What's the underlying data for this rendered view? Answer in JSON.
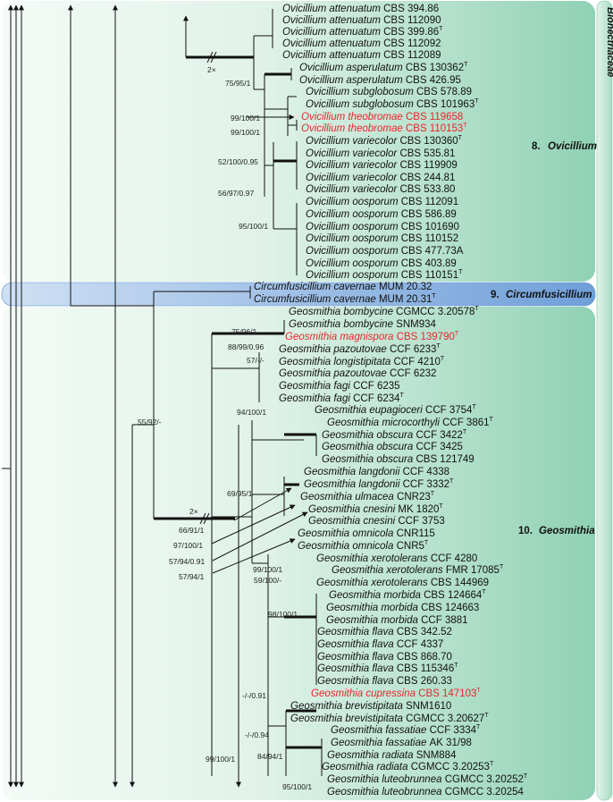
{
  "family": "Bionectriaceae",
  "clades": {
    "ovicillium": {
      "number": "8.",
      "genus": "Ovicillium"
    },
    "circumfusicillium": {
      "number": "9.",
      "genus": "Circumfusicillium"
    },
    "geosmithia": {
      "number": "10.",
      "genus": "Geosmithia"
    }
  },
  "colors": {
    "highlight": "#e8262b",
    "band_ovicillium": "#8fd1b4",
    "band_circum": "#6f9fd8",
    "band_geosmithia": "#8fd1b4"
  },
  "taxa": [
    {
      "genus": "Ovicillium",
      "epithet": "attenuatum",
      "strain": "CBS 394.86",
      "type": false,
      "red": false
    },
    {
      "genus": "Ovicillium",
      "epithet": "attenuatum",
      "strain": "CBS 112090",
      "type": false,
      "red": false
    },
    {
      "genus": "Ovicillium",
      "epithet": "attenuatum",
      "strain": "CBS 399.86",
      "type": true,
      "red": false
    },
    {
      "genus": "Ovicillium",
      "epithet": "attenuatum",
      "strain": "CBS 112092",
      "type": false,
      "red": false
    },
    {
      "genus": "Ovicillium",
      "epithet": "attenuatum",
      "strain": "CBS 112089",
      "type": false,
      "red": false
    },
    {
      "genus": "Ovicillium",
      "epithet": "asperulatum",
      "strain": "CBS 130362",
      "type": true,
      "red": false
    },
    {
      "genus": "Ovicillium",
      "epithet": "asperulatum",
      "strain": "CBS 426.95",
      "type": false,
      "red": false
    },
    {
      "genus": "Ovicillium",
      "epithet": "subglobosum",
      "strain": "CBS 578.89",
      "type": false,
      "red": false
    },
    {
      "genus": "Ovicillium",
      "epithet": "subglobosum",
      "strain": "CBS 101963",
      "type": true,
      "red": false
    },
    {
      "genus": "Ovicillium",
      "epithet": "theobromae",
      "strain": "CBS 119658",
      "type": false,
      "red": true
    },
    {
      "genus": "Ovicillium",
      "epithet": "theobromae",
      "strain": "CBS 110153",
      "type": true,
      "red": true
    },
    {
      "genus": "Ovicillium",
      "epithet": "variecolor",
      "strain": "CBS 130360",
      "type": true,
      "red": false
    },
    {
      "genus": "Ovicillium",
      "epithet": "variecolor",
      "strain": "CBS 535.81",
      "type": false,
      "red": false
    },
    {
      "genus": "Ovicillium",
      "epithet": "variecolor",
      "strain": "CBS 119909",
      "type": false,
      "red": false
    },
    {
      "genus": "Ovicillium",
      "epithet": "variecolor",
      "strain": "CBS 244.81",
      "type": false,
      "red": false
    },
    {
      "genus": "Ovicillium",
      "epithet": "variecolor",
      "strain": "CBS 533.80",
      "type": false,
      "red": false
    },
    {
      "genus": "Ovicillium",
      "epithet": "oosporum",
      "strain": "CBS 112091",
      "type": false,
      "red": false
    },
    {
      "genus": "Ovicillium",
      "epithet": "oosporum",
      "strain": "CBS 586.89",
      "type": false,
      "red": false
    },
    {
      "genus": "Ovicillium",
      "epithet": "oosporum",
      "strain": "CBS 101690",
      "type": false,
      "red": false
    },
    {
      "genus": "Ovicillium",
      "epithet": "oosporum",
      "strain": "CBS 110152",
      "type": false,
      "red": false
    },
    {
      "genus": "Ovicillium",
      "epithet": "oosporum",
      "strain": "CBS 477.73A",
      "type": false,
      "red": false
    },
    {
      "genus": "Ovicillium",
      "epithet": "oosporum",
      "strain": "CBS 403.89",
      "type": false,
      "red": false
    },
    {
      "genus": "Ovicillium",
      "epithet": "oosporum",
      "strain": "CBS 110151",
      "type": true,
      "red": false
    },
    {
      "genus": "Circumfusicillium",
      "epithet": "cavernae",
      "strain": "MUM 20.32",
      "type": false,
      "red": false
    },
    {
      "genus": "Circumfusicillium",
      "epithet": "cavernae",
      "strain": "MUM 20.31",
      "type": true,
      "red": false
    },
    {
      "genus": "Geosmithia",
      "epithet": "bombycine",
      "strain": "CGMCC 3.20578",
      "type": true,
      "red": false
    },
    {
      "genus": "Geosmithia",
      "epithet": "bombycine",
      "strain": "SNM934",
      "type": false,
      "red": false
    },
    {
      "genus": "Geosmithia",
      "epithet": "magnispora",
      "strain": "CBS 139790",
      "type": true,
      "red": true
    },
    {
      "genus": "Geosmithia",
      "epithet": "pazoutovae",
      "strain": "CCF 6233",
      "type": true,
      "red": false
    },
    {
      "genus": "Geosmithia",
      "epithet": "longistipitata",
      "strain": "CCF 4210",
      "type": true,
      "red": false
    },
    {
      "genus": "Geosmithia",
      "epithet": "pazoutovae",
      "strain": "CCF 6232",
      "type": false,
      "red": false
    },
    {
      "genus": "Geosmithia",
      "epithet": "fagi",
      "strain": "CCF 6235",
      "type": false,
      "red": false
    },
    {
      "genus": "Geosmithia",
      "epithet": "fagi",
      "strain": "CCF 6234",
      "type": true,
      "red": false
    },
    {
      "genus": "Geosmithia",
      "epithet": "eupagioceri",
      "strain": "CCF 3754",
      "type": true,
      "red": false
    },
    {
      "genus": "Geosmithia",
      "epithet": "microcorthyli",
      "strain": "CCF 3861",
      "type": true,
      "red": false
    },
    {
      "genus": "Geosmithia",
      "epithet": "obscura",
      "strain": "CCF 3422",
      "type": true,
      "red": false
    },
    {
      "genus": "Geosmithia",
      "epithet": "obscura",
      "strain": "CCF 3425",
      "type": false,
      "red": false
    },
    {
      "genus": "Geosmithia",
      "epithet": "obscura",
      "strain": "CBS 121749",
      "type": false,
      "red": false
    },
    {
      "genus": "Geosmithia",
      "epithet": "langdonii",
      "strain": "CCF 4338",
      "type": false,
      "red": false
    },
    {
      "genus": "Geosmithia",
      "epithet": "langdonii",
      "strain": "CCF 3332",
      "type": true,
      "red": false
    },
    {
      "genus": "Geosmithia",
      "epithet": "ulmacea",
      "strain": "CNR23",
      "type": true,
      "red": false
    },
    {
      "genus": "Geosmithia",
      "epithet": "cnesini",
      "strain": "MK 1820",
      "type": true,
      "red": false
    },
    {
      "genus": "Geosmithia",
      "epithet": "cnesini",
      "strain": "CCF 3753",
      "type": false,
      "red": false
    },
    {
      "genus": "Geosmithia",
      "epithet": "omnicola",
      "strain": "CNR115",
      "type": false,
      "red": false
    },
    {
      "genus": "Geosmithia",
      "epithet": "omnicola",
      "strain": "CNR5",
      "type": true,
      "red": false
    },
    {
      "genus": "Geosmithia",
      "epithet": "xerotolerans",
      "strain": "CCF 4280",
      "type": false,
      "red": false
    },
    {
      "genus": "Geosmithia",
      "epithet": "xerotolerans",
      "strain": "FMR 17085",
      "type": true,
      "red": false
    },
    {
      "genus": "Geosmithia",
      "epithet": "xerotolerans",
      "strain": "CBS 144969",
      "type": false,
      "red": false
    },
    {
      "genus": "Geosmithia",
      "epithet": "morbida",
      "strain": "CBS 124664",
      "type": true,
      "red": false
    },
    {
      "genus": "Geosmithia",
      "epithet": "morbida",
      "strain": "CBS 124663",
      "type": false,
      "red": false
    },
    {
      "genus": "Geosmithia",
      "epithet": "morbida",
      "strain": "CCF 3881",
      "type": false,
      "red": false
    },
    {
      "genus": "Geosmithia",
      "epithet": "flava",
      "strain": "CBS 342.52",
      "type": false,
      "red": false
    },
    {
      "genus": "Geosmithia",
      "epithet": "flava",
      "strain": "CCF 4337",
      "type": false,
      "red": false
    },
    {
      "genus": "Geosmithia",
      "epithet": "flava",
      "strain": "CBS 868.70",
      "type": false,
      "red": false
    },
    {
      "genus": "Geosmithia",
      "epithet": "flava",
      "strain": "CBS 115346",
      "type": true,
      "red": false
    },
    {
      "genus": "Geosmithia",
      "epithet": "flava",
      "strain": "CBS 260.33",
      "type": false,
      "red": false
    },
    {
      "genus": "Geosmithia",
      "epithet": "cupressina",
      "strain": "CBS 147103",
      "type": true,
      "red": true
    },
    {
      "genus": "Geosmithia",
      "epithet": "brevistipitata",
      "strain": "SNM1610",
      "type": false,
      "red": false
    },
    {
      "genus": "Geosmithia",
      "epithet": "brevistipitata",
      "strain": "CGMCC 3.20627",
      "type": true,
      "red": false
    },
    {
      "genus": "Geosmithia",
      "epithet": "fassatiae",
      "strain": "CCF 3334",
      "type": true,
      "red": false
    },
    {
      "genus": "Geosmithia",
      "epithet": "fassatiae",
      "strain": "AK 31/98",
      "type": false,
      "red": false
    },
    {
      "genus": "Geosmithia",
      "epithet": "radiata",
      "strain": "SNM884",
      "type": false,
      "red": false
    },
    {
      "genus": "Geosmithia",
      "epithet": "radiata",
      "strain": "CGMCC 3.20253",
      "type": true,
      "red": false
    },
    {
      "genus": "Geosmithia",
      "epithet": "luteobrunnea",
      "strain": "CGMCC 3.20252",
      "type": true,
      "red": false
    },
    {
      "genus": "Geosmithia",
      "epithet": "luteobrunnea",
      "strain": "CGMCC 3.20254",
      "type": false,
      "red": false
    }
  ],
  "type_marker": "T",
  "support_labels": [
    "75/95/1",
    "99/100/1",
    "99/100/1",
    "52/100/0.95",
    "56/97/0.97",
    "95/100/1",
    "75/96/1",
    "88/99/0.96",
    "57/-/-",
    "55/92/-",
    "94/100/1",
    "69/95/1",
    "66/91/1",
    "97/100/1",
    "57/94/0.91",
    "57/94/1",
    "99/100/1",
    "59/100/-",
    "98/100/1",
    "-/-/0.91",
    "99/100/1",
    "-/-/0.94",
    "84/94/1",
    "95/100/1"
  ],
  "break_marks": [
    "2×",
    "2×"
  ]
}
